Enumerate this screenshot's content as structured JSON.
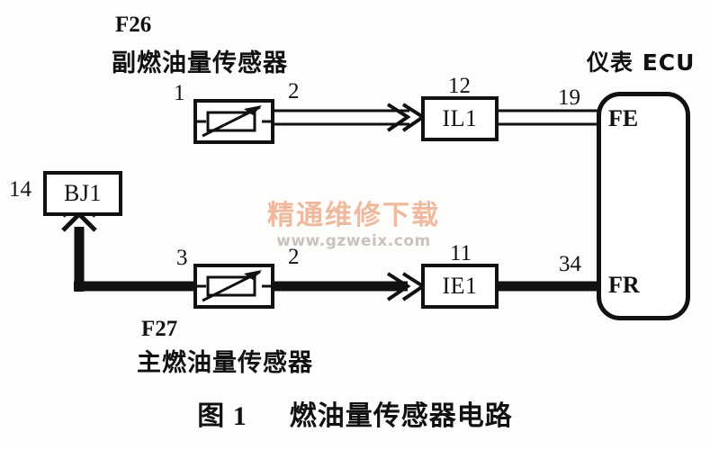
{
  "figure": {
    "caption_number": "图 1",
    "caption_title": "燃油量传感器电路"
  },
  "components": {
    "aux_sensor": {
      "code": "F26",
      "name": "副燃油量传感器",
      "terminal_in": "1",
      "terminal_out": "2",
      "symbol": "variable-resistor"
    },
    "main_sensor": {
      "code": "F27",
      "name": "主燃油量传感器",
      "terminal_in": "3",
      "terminal_out": "2",
      "symbol": "variable-resistor"
    },
    "junction_block": {
      "label": "BJ1",
      "terminal": "14"
    },
    "connector_upper": {
      "label": "IL1",
      "terminal": "12"
    },
    "connector_lower": {
      "label": "IE1",
      "terminal": "11"
    },
    "ecu": {
      "name": "仪表 ECU",
      "pins": [
        {
          "name": "FE",
          "wire_number": "19"
        },
        {
          "name": "FR",
          "wire_number": "34"
        }
      ]
    }
  },
  "watermark": {
    "text_cn": "精通维修下载",
    "url": "www.gzweix.com",
    "color_cn": "#f0b89c",
    "color_url": "#c9c2bd"
  },
  "colors": {
    "ink": "#111111",
    "background": "#fdfdfc"
  }
}
